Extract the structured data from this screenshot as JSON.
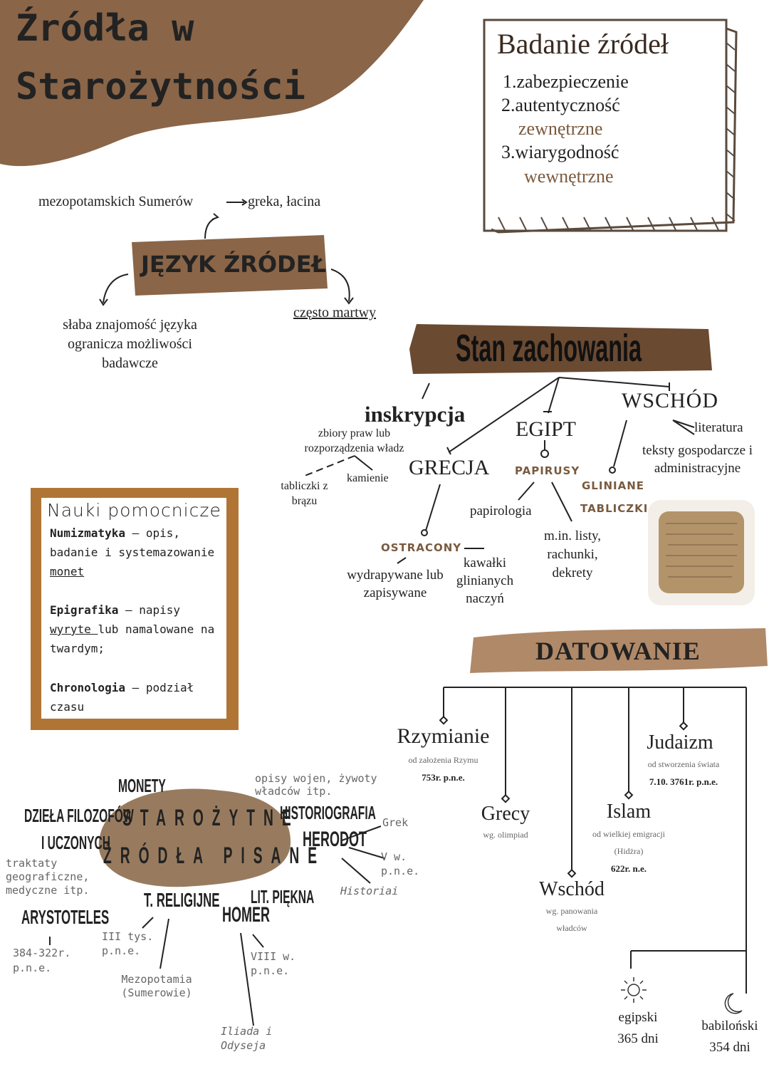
{
  "title": {
    "line1": "Źródła w",
    "line2": "Starożytności"
  },
  "badanie": {
    "title": "Badanie źródeł",
    "items": [
      "1.zabezpieczenie",
      "2.autentyczność",
      "zewnętrzne",
      "3.wiarygodność",
      "wewnętrzne"
    ]
  },
  "jezyk": {
    "title": "JĘZYK ŹRÓDEŁ",
    "top": "mezopotamskich Sumerów",
    "top_arrow_to": "greka, łacina",
    "left": "słaba znajomość języka ogranicza możliwości badawcze",
    "right": "często martwy"
  },
  "stan": {
    "title": "Stan zachowania",
    "inskrypcja": "inskrypcja",
    "inskrypcja_desc": "zbiory praw lub rozporządzenia władz",
    "tabliczki": "tabliczki z brązu",
    "kamienie": "kamienie",
    "grecja": "GRECJA",
    "ostracony": "OSTRACONY",
    "ostr_desc1": "wydrapywane lub zapisywane",
    "ostr_desc2": "kawałki glinianych naczyń",
    "egipt": "EGIPT",
    "papirusy": "PAPIRUSY",
    "papirologia": "papirologia",
    "listy": "m.in. listy, rachunki, dekrety",
    "wschod": "WSCHÓD",
    "literatura": "literatura",
    "teksty": "teksty gospodarcze i administracyjne",
    "gliniane": "GLINIANE",
    "tabliczki2": "TABLICZKI"
  },
  "nauki": {
    "title": "Nauki pomocnicze",
    "items": [
      {
        "name": "Numizmatyka",
        "desc": " – opis, badanie i systemazowanie ",
        "u": "monet"
      },
      {
        "name": "Epigrafika",
        "desc": " – napisy ",
        "u": "wyryte ",
        "rest": "lub namalowane na twardym;"
      },
      {
        "name": "Chronologia",
        "desc": " – podział czasu"
      }
    ]
  },
  "datowanie": {
    "title": "DATOWANIE",
    "rzym": {
      "name": "Rzymianie",
      "desc": "od założenia Rzymu",
      "date": "753r. p.n.e."
    },
    "grecy": {
      "name": "Grecy",
      "desc": "wg. olimpiad"
    },
    "wschod": {
      "name": "Wschód",
      "desc": "wg. panowania władców"
    },
    "islam": {
      "name": "Islam",
      "desc": "od wielkiej emigracji",
      "desc2": "(Hidżra)",
      "date": "622r. n.e."
    },
    "judaizm": {
      "name": "Judaizm",
      "desc": "od stworzenia świata",
      "date": "7.10. 3761r. p.n.e."
    },
    "egipski": {
      "name": "egipski",
      "days": "365 dni"
    },
    "babilonski": {
      "name": "babiloński",
      "days": "354 dni"
    }
  },
  "pisane": {
    "title1": "STAROŻYTNE",
    "title2": "ŹRÓDŁA PISANE",
    "monety": "MONETY",
    "dziela": "DZIEŁA FILOZOFÓW",
    "dziela2": "I UCZONYCH",
    "traktaty": "traktaty geograficzne, medyczne itp.",
    "arystoteles": "ARYSTOTELES",
    "ar_date": "384-322r. p.n.e.",
    "historiografia": "HISTORIOGRAFIA",
    "hist_desc": "opisy wojen, żywoty władców itp.",
    "herodot": "HERODOT",
    "grek": "Grek",
    "v_w": "V w. p.n.e.",
    "historiai": "Historiai",
    "religijne": "T. RELIGIJNE",
    "iii": "III tys. p.n.e.",
    "mezopotamia": "Mezopotamia (Sumerowie)",
    "lit": "LIT. PIĘKNA",
    "homer": "HOMER",
    "viii": "VIII w. p.n.e.",
    "iliada": "Iliada i Odyseja"
  }
}
